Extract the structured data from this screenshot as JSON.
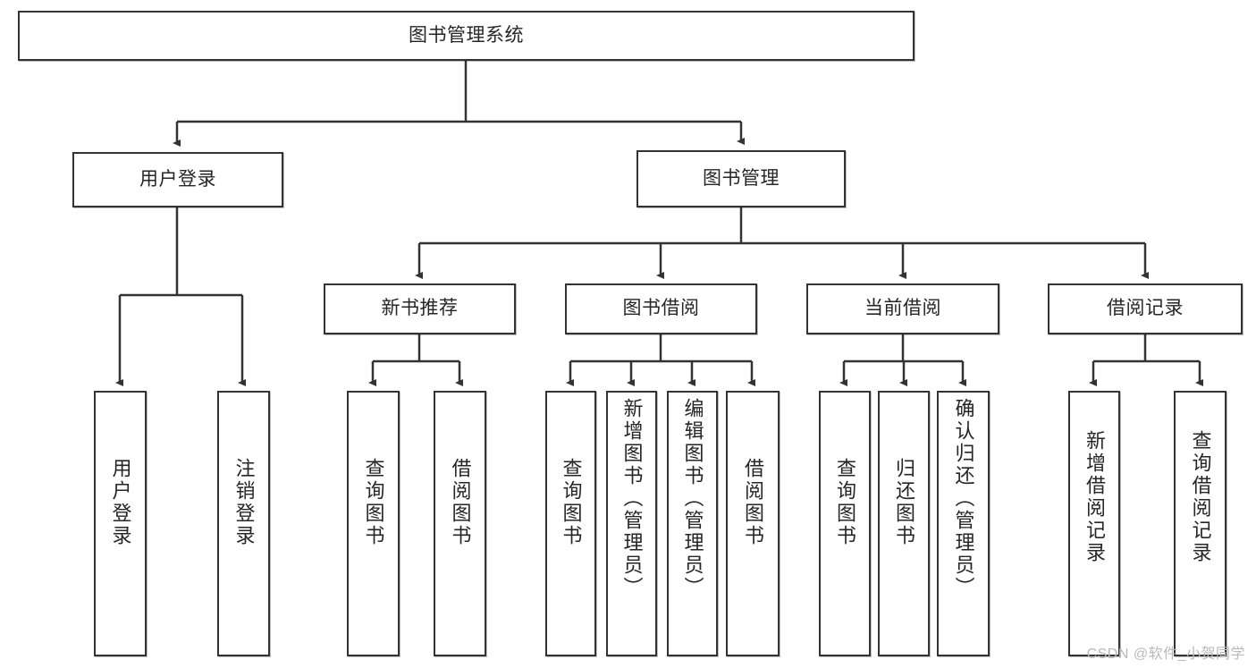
{
  "diagram": {
    "type": "tree-hierarchy",
    "title": "图书管理系统",
    "watermark": "CSDN @软件_小贺同学",
    "stroke_color": "#333333",
    "background_color": "#ffffff",
    "text_color": "#262626",
    "root": {
      "label": "图书管理系统"
    },
    "level2": [
      {
        "label": "用户登录"
      },
      {
        "label": "图书管理"
      }
    ],
    "level3": [
      {
        "label": "新书推荐"
      },
      {
        "label": "图书借阅"
      },
      {
        "label": "当前借阅"
      },
      {
        "label": "借阅记录"
      }
    ],
    "leaves": {
      "user_login": [
        {
          "label": "用户登录"
        },
        {
          "label": "注销登录"
        }
      ],
      "new_book": [
        {
          "label": "查询图书"
        },
        {
          "label": "借阅图书"
        }
      ],
      "book_borrow": [
        {
          "label": "查询图书"
        },
        {
          "label": "新增图书（管理员）"
        },
        {
          "label": "编辑图书（管理员）"
        },
        {
          "label": "借阅图书"
        }
      ],
      "current_borrow": [
        {
          "label": "查询图书"
        },
        {
          "label": "归还图书"
        },
        {
          "label": "确认归还（管理员）"
        }
      ],
      "borrow_record": [
        {
          "label": "新增借阅记录"
        },
        {
          "label": "查询借阅记录"
        }
      ]
    }
  }
}
